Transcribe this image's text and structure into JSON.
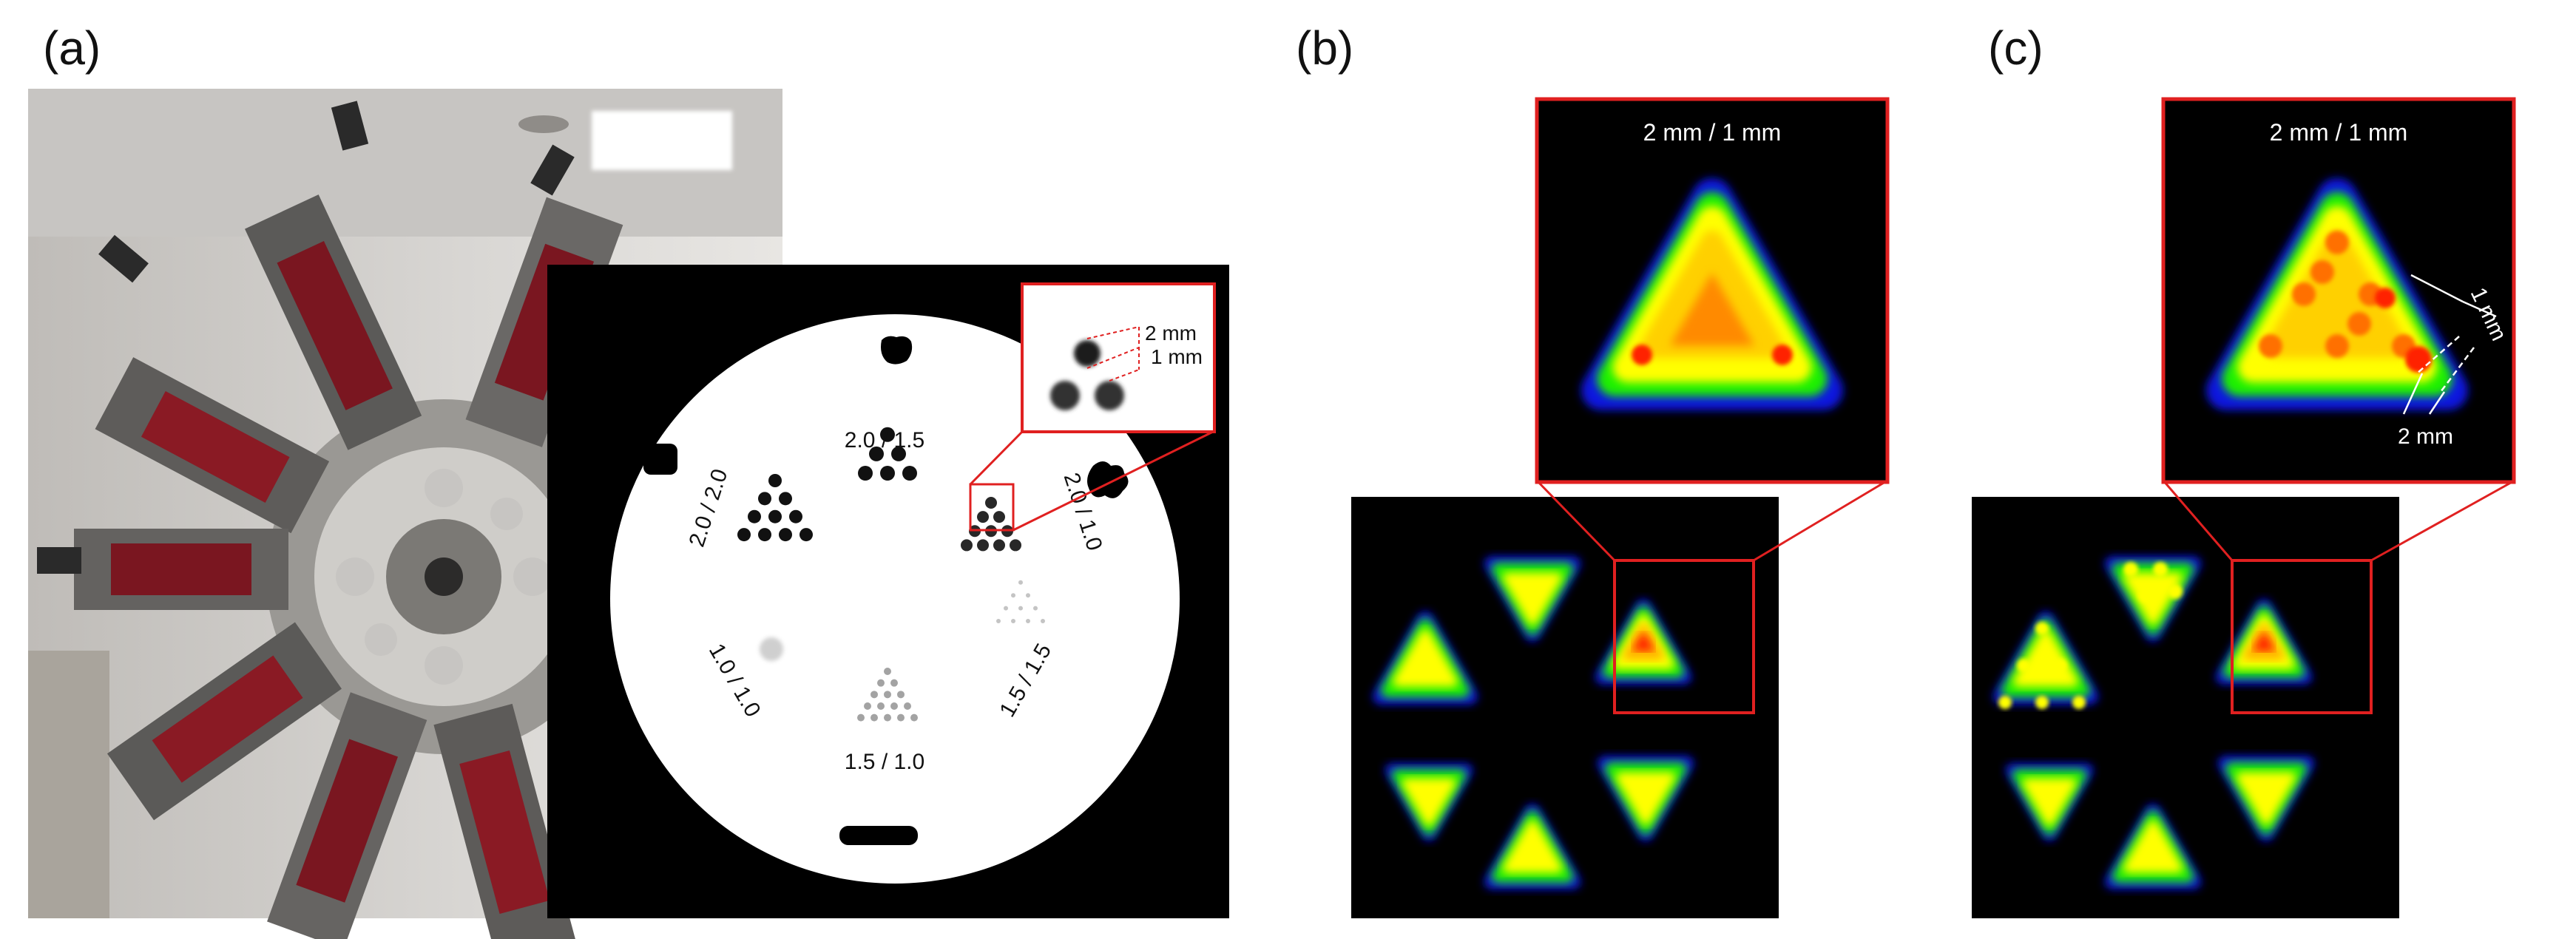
{
  "panels": {
    "a": {
      "label": "(a)"
    },
    "b": {
      "label": "(b)",
      "zoom_label": "2 mm / 1 mm"
    },
    "c": {
      "label": "(c)",
      "zoom_label": "2 mm / 1 mm",
      "annot_1mm": "1 mm",
      "annot_2mm": "2 mm"
    }
  },
  "phantom": {
    "sections": [
      "2.0 / 1.5",
      "2.0 / 1.0",
      "1.5 / 1.5",
      "1.5 / 1.0",
      "1.0 / 1.0",
      "2.0 / 2.0"
    ],
    "inset": {
      "label_top": "2 mm",
      "label_bottom": "1 mm"
    }
  },
  "colors": {
    "highlight_box": "#e02020",
    "heat_outer": "#0a14e0",
    "heat_mid": "#1ef000",
    "heat_inner": "#ffff00",
    "heat_core": "#ff2000"
  }
}
